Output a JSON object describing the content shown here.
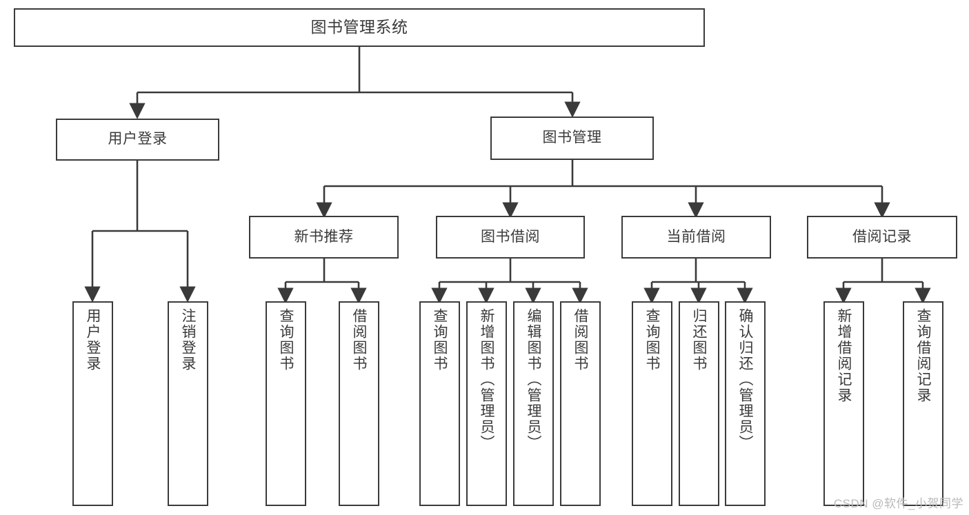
{
  "diagram": {
    "title": "图书管理系统",
    "type": "tree-hierarchy",
    "watermark": "CSDN @软件_小贺同学",
    "colors": {
      "stroke": "#3a3a3a",
      "fill": "#ffffff",
      "background": "#ffffff",
      "watermark": "#b9b9b9"
    },
    "root": {
      "label": "图书管理系统"
    },
    "level1": [
      {
        "label": "用户登录"
      },
      {
        "label": "图书管理"
      }
    ],
    "level2": [
      {
        "label": "新书推荐"
      },
      {
        "label": "图书借阅"
      },
      {
        "label": "当前借阅"
      },
      {
        "label": "借阅记录"
      }
    ],
    "leaves": {
      "user_login": [
        {
          "label": "用户登录"
        },
        {
          "label": "注销登录"
        }
      ],
      "new_book_recommend": [
        {
          "label": "查询图书"
        },
        {
          "label": "借阅图书"
        }
      ],
      "book_borrow": [
        {
          "label": "查询图书"
        },
        {
          "label": "新增图书（管理员）"
        },
        {
          "label": "编辑图书（管理员）"
        },
        {
          "label": "借阅图书"
        }
      ],
      "current_borrow": [
        {
          "label": "查询图书"
        },
        {
          "label": "归还图书"
        },
        {
          "label": "确认归还（管理员）"
        }
      ],
      "borrow_record": [
        {
          "label": "新增借阅记录"
        },
        {
          "label": "查询借阅记录"
        }
      ]
    }
  }
}
